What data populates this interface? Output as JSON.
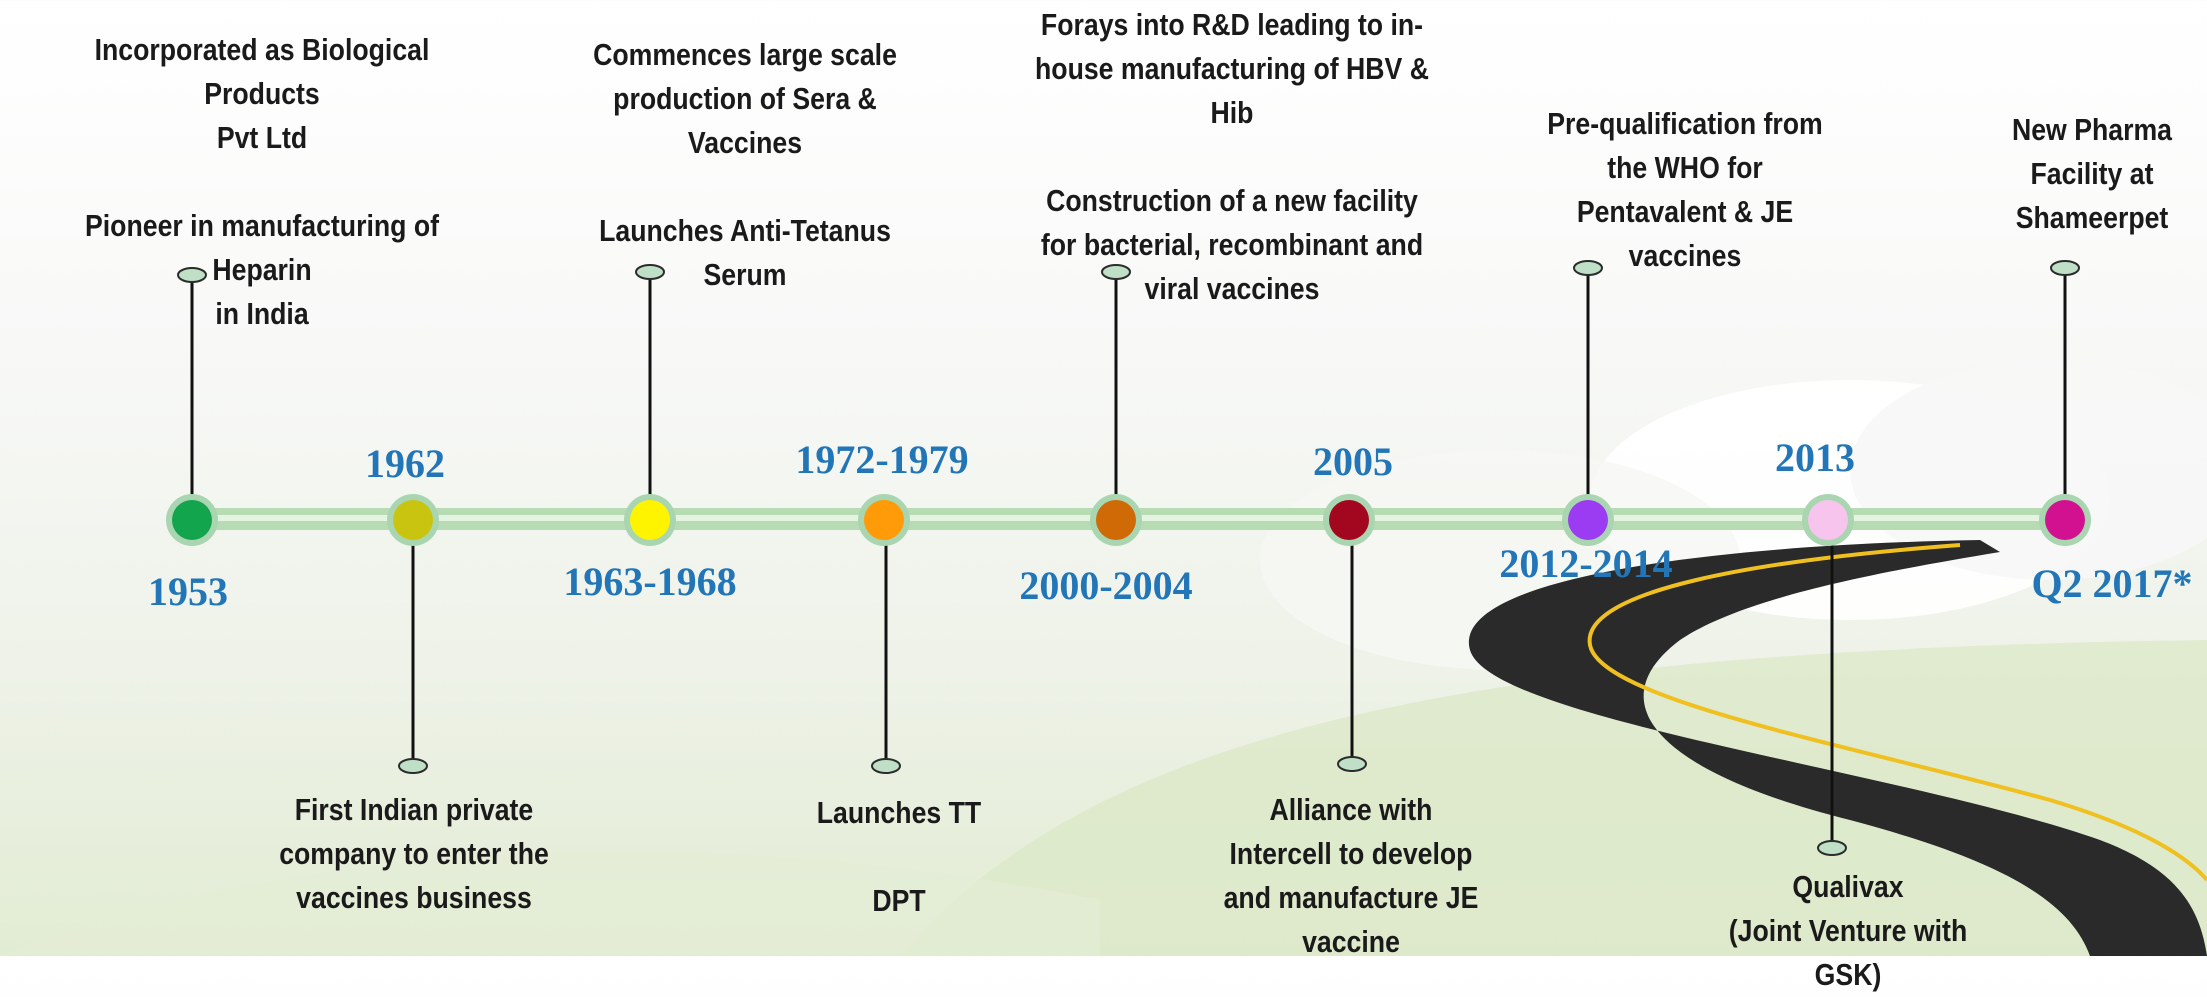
{
  "milestones": [
    {
      "year": "1953",
      "color": "#13a44e",
      "dir": "up",
      "lines": [
        "Incorporated as Biological Products",
        "Pvt Ltd",
        "",
        "Pioneer in manufacturing of Heparin",
        "in India"
      ]
    },
    {
      "year": "1962",
      "color": "#c9c40f",
      "dir": "down",
      "lines": [
        "First Indian private",
        "company to enter the",
        "vaccines business"
      ]
    },
    {
      "year": "1963-1968",
      "color": "#fff400",
      "dir": "up",
      "lines": [
        "Commences large scale",
        "production of Sera &",
        "Vaccines",
        "",
        "Launches Anti-Tetanus",
        "Serum"
      ]
    },
    {
      "year": "1972-1979",
      "color": "#ff9a08",
      "dir": "down",
      "lines": [
        "Launches TT",
        "",
        "DPT"
      ]
    },
    {
      "year": "2000-2004",
      "color": "#cf6a06",
      "dir": "up",
      "lines": [
        "Forays into R&D leading to in-",
        "house manufacturing of HBV &",
        "Hib",
        "",
        "Construction of a new  facility",
        "for bacterial, recombinant and",
        "viral vaccines"
      ]
    },
    {
      "year": "2005",
      "color": "#a3061f",
      "dir": "down",
      "lines": [
        "Alliance with",
        "Intercell to develop",
        "and manufacture JE",
        "vaccine"
      ]
    },
    {
      "year": "2012-2014",
      "color": "#9b3cf2",
      "dir": "up",
      "lines": [
        "Pre-qualification from",
        "the WHO for",
        "Pentavalent & JE",
        "vaccines"
      ]
    },
    {
      "year": "2013",
      "color": "#f7c4ee",
      "dir": "down",
      "lines": [
        "Qualivax",
        "(Joint Venture with GSK)"
      ]
    },
    {
      "year": "Q2 2017*",
      "color": "#d1118f",
      "dir": "up",
      "lines": [
        "New Pharma",
        "Facility at",
        "Shameerpet"
      ]
    }
  ],
  "colors": {
    "year_text": "#2276b8",
    "timeline": "#b7dcb4",
    "stem_cap": "#bfe0c6",
    "road": "#2a2a2a",
    "road_line": "#f0c020"
  }
}
